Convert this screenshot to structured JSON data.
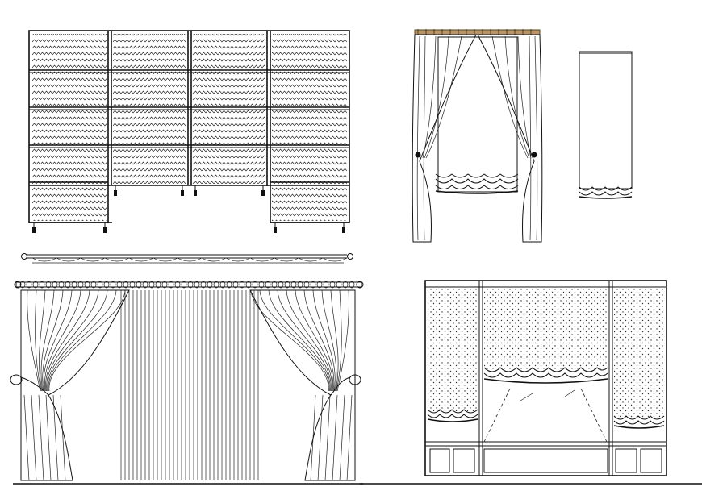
{
  "drawing": {
    "panels": [
      {
        "key": "zigzag-blind-wall",
        "label": ""
      },
      {
        "key": "tied-curtain-window",
        "label": ""
      },
      {
        "key": "roman-shade-elevation",
        "label": ""
      },
      {
        "key": "curtain-rod-plan",
        "label": ""
      },
      {
        "key": "pleated-drape-elevation",
        "label": ""
      },
      {
        "key": "bay-window-shades",
        "label": ""
      }
    ],
    "colors": {
      "line": "#111111",
      "background": "#ffffff",
      "rod_brass": "#8a6d3b"
    }
  }
}
